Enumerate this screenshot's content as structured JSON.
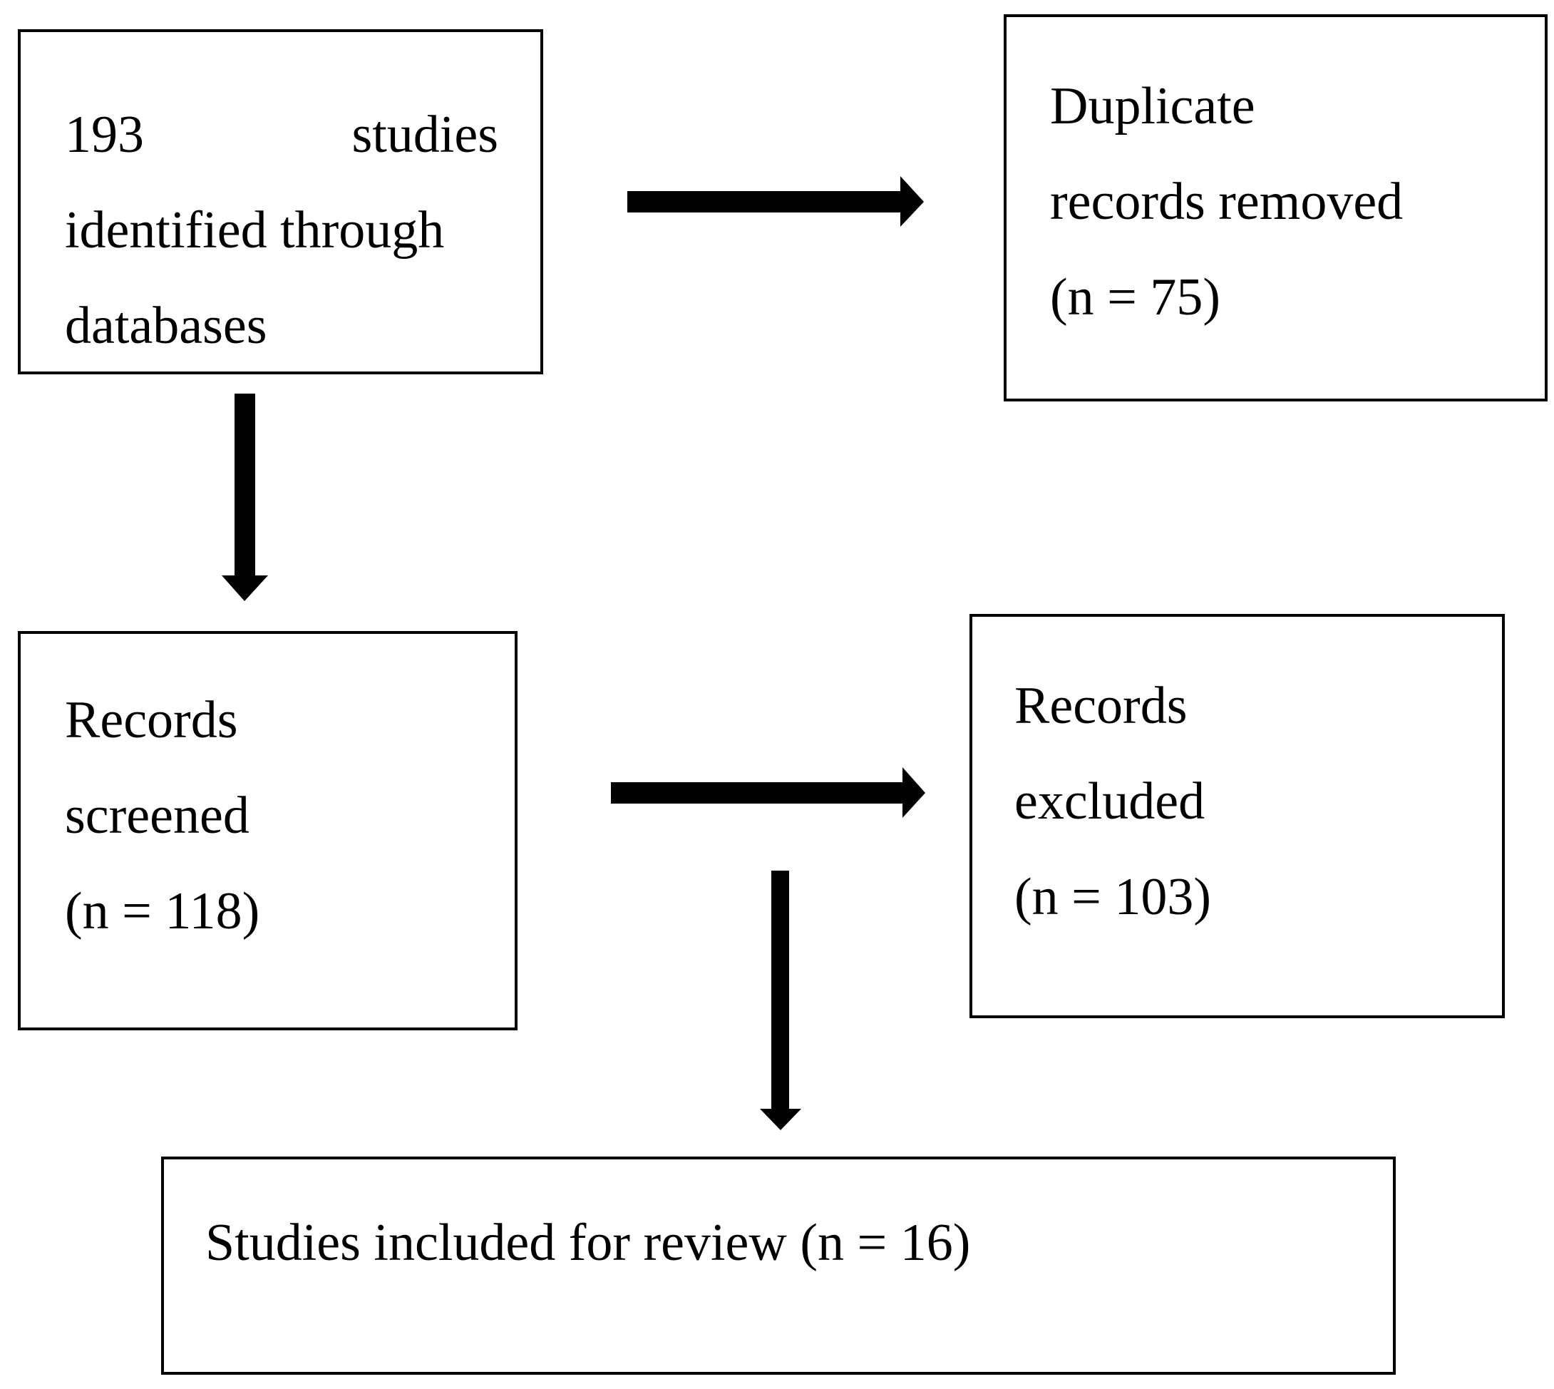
{
  "nodes": {
    "identified": {
      "line1_left": "193",
      "line1_right": "studies",
      "line2": "identified through",
      "line3": "databases"
    },
    "duplicates": {
      "line1": "Duplicate",
      "line2": "records removed",
      "line3": "(n = 75)"
    },
    "screened": {
      "line1": "Records",
      "line2": "screened",
      "line3": "(n = 118)"
    },
    "excluded": {
      "line1": "Records",
      "line2": "excluded",
      "line3": "(n = 103)"
    },
    "included": {
      "line1": "Studies included for review (n = 16)"
    }
  },
  "edges": [
    {
      "from": "identified",
      "to": "duplicates"
    },
    {
      "from": "identified",
      "to": "screened"
    },
    {
      "from": "screened",
      "to": "excluded"
    },
    {
      "from": "screened",
      "to": "included"
    }
  ],
  "colors": {
    "stroke": "#000000",
    "background": "#ffffff"
  }
}
